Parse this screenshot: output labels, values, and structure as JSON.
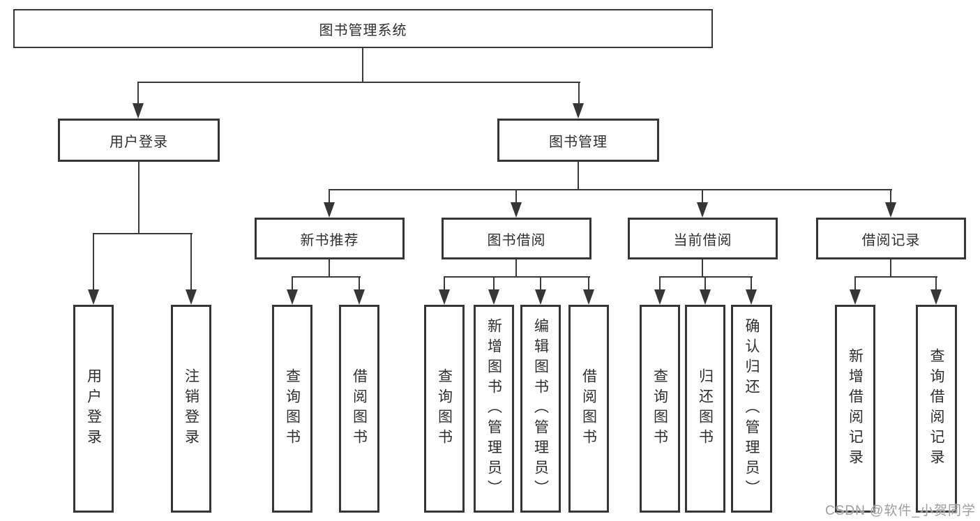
{
  "diagram_title": "图书管理系统",
  "nodes": {
    "root": "图书管理系统",
    "user_login": "用户登录",
    "book_mgmt": "图书管理",
    "new_books": "新书推荐",
    "book_borrow": "图书借阅",
    "current_borrow": "当前借阅",
    "borrow_records": "借阅记录",
    "leaf_user_login": "用户登录",
    "leaf_logout": "注销登录",
    "leaf_nb_query": "查询图书",
    "leaf_nb_borrow": "借阅图书",
    "leaf_bb_query": "查询图书",
    "leaf_bb_add": "新增图书（管理员）",
    "leaf_bb_edit": "编辑图书（管理员）",
    "leaf_bb_borrow": "借阅图书",
    "leaf_cb_query": "查询图书",
    "leaf_cb_return": "归还图书",
    "leaf_cb_confirm": "确认归还（管理员）",
    "leaf_br_add": "新增借阅记录",
    "leaf_br_query": "查询借阅记录"
  },
  "watermark": "CSDN @软件_小贺同学",
  "colors": {
    "background": "#ffffff",
    "box_border": "#363636",
    "connector_line": "#3a3a3a",
    "text": "#2f2f2f",
    "watermark": "#9e9e9e"
  },
  "hierarchy": {
    "图书管理系统": {
      "用户登录": [
        "用户登录",
        "注销登录"
      ],
      "图书管理": {
        "新书推荐": [
          "查询图书",
          "借阅图书"
        ],
        "图书借阅": [
          "查询图书",
          "新增图书（管理员）",
          "编辑图书（管理员）",
          "借阅图书"
        ],
        "当前借阅": [
          "查询图书",
          "归还图书",
          "确认归还（管理员）"
        ],
        "借阅记录": [
          "新增借阅记录",
          "查询借阅记录"
        ]
      }
    }
  }
}
